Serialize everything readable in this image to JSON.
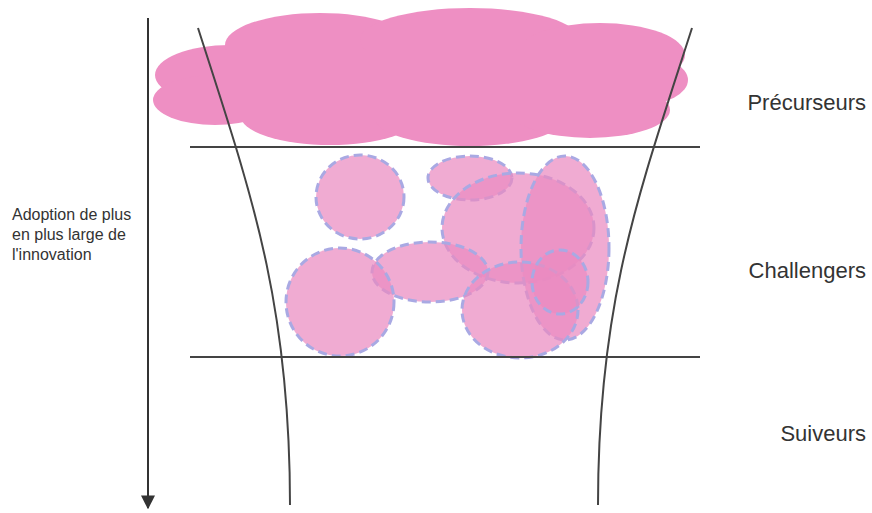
{
  "diagram": {
    "labels": [
      "Précurseurs",
      "Challengers",
      "Suiveurs",
      "Adoption de plus en plus large de l'innovation"
    ]
  }
}
